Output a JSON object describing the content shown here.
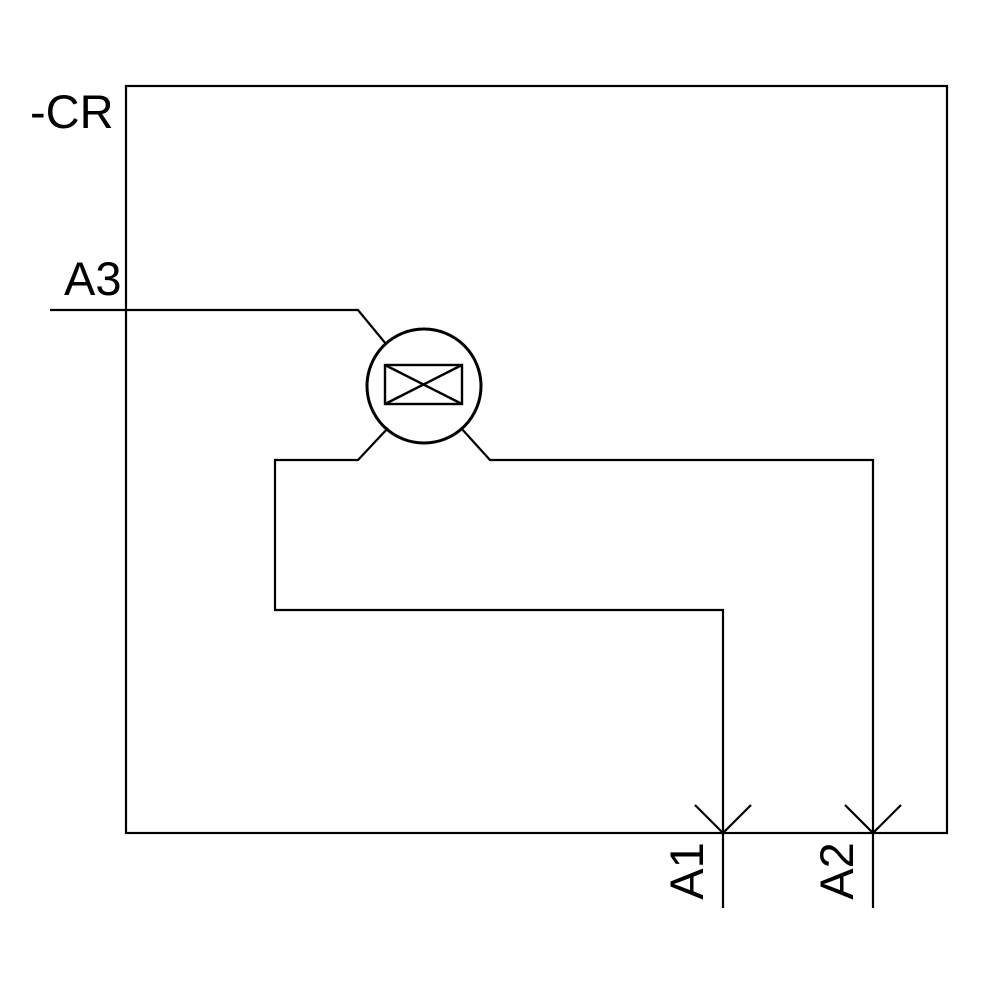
{
  "diagram": {
    "type": "relay-coil-wiring-schematic",
    "device_label": "-CR",
    "terminals": {
      "a3": {
        "label": "A3"
      },
      "a1": {
        "label": "A1"
      },
      "a2": {
        "label": "A2"
      }
    },
    "symbols": {
      "coil": "coil-circle-with-crossed-rectangle",
      "a1_arrow": "arrow-down-icon",
      "a2_arrow": "arrow-down-icon"
    },
    "colors": {
      "line": "#000000",
      "text": "#000000",
      "background": "#ffffff"
    }
  }
}
